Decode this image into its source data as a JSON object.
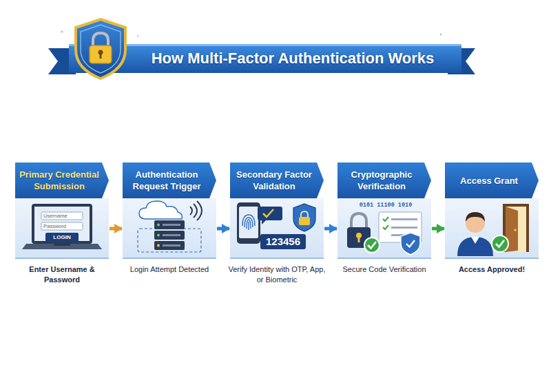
{
  "diagram": {
    "title": "How Multi-Factor Authentication Works",
    "nodes": [
      {
        "text": [
          "Primary Credential Submission",
          "Enter Username & Password"
        ]
      },
      {
        "text": [
          "Authentication Request Trigger",
          "Login Attempt Detected"
        ]
      },
      {
        "text": [
          "Secondary Factor Validation",
          "Verify Identity with OTP, App, or Biometric"
        ]
      },
      {
        "text": [
          "Cryptographic Verification",
          "Secure Code Verification"
        ]
      },
      {
        "text": [
          "Access Grant",
          "Access Approved!"
        ]
      }
    ],
    "edges": [
      {
        "from": 0,
        "to": 1,
        "arrow": "to"
      },
      {
        "from": 1,
        "to": 2,
        "arrow": "to"
      },
      {
        "from": 2,
        "to": 3,
        "arrow": "to"
      },
      {
        "from": 3,
        "to": 4,
        "arrow": "to"
      }
    ],
    "labels": [
      "Username",
      "Password",
      "LOGIN",
      "123456",
      "0101 11100 1010"
    ]
  }
}
